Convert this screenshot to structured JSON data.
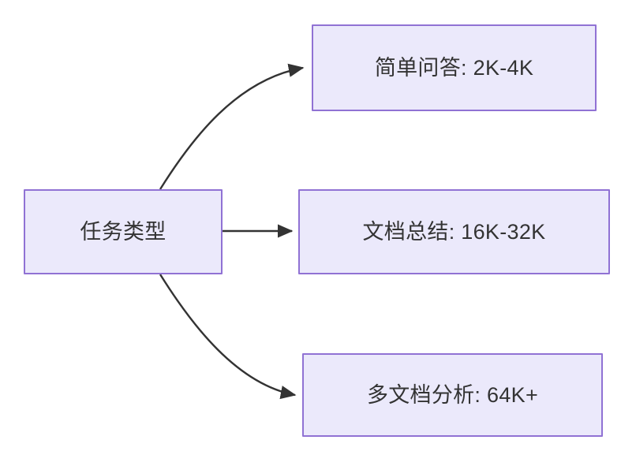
{
  "diagram": {
    "type": "flowchart",
    "direction": "left-to-right",
    "background_color": "#ffffff",
    "node_fill_color": "#ebe9fb",
    "node_border_color": "#9072d4",
    "node_text_color": "#333333",
    "edge_color": "#333333",
    "root": {
      "id": "root",
      "label": "任务类型"
    },
    "branches": [
      {
        "id": "simple-qa",
        "label": "简单问答: 2K-4K",
        "task": "简单问答",
        "context_range": "2K-4K",
        "edge_style": "curved-up"
      },
      {
        "id": "doc-summary",
        "label": "文档总结: 16K-32K",
        "task": "文档总结",
        "context_range": "16K-32K",
        "edge_style": "straight"
      },
      {
        "id": "multi-doc",
        "label": "多文档分析: 64K+",
        "task": "多文档分析",
        "context_range": "64K+",
        "edge_style": "curved-down"
      }
    ]
  }
}
